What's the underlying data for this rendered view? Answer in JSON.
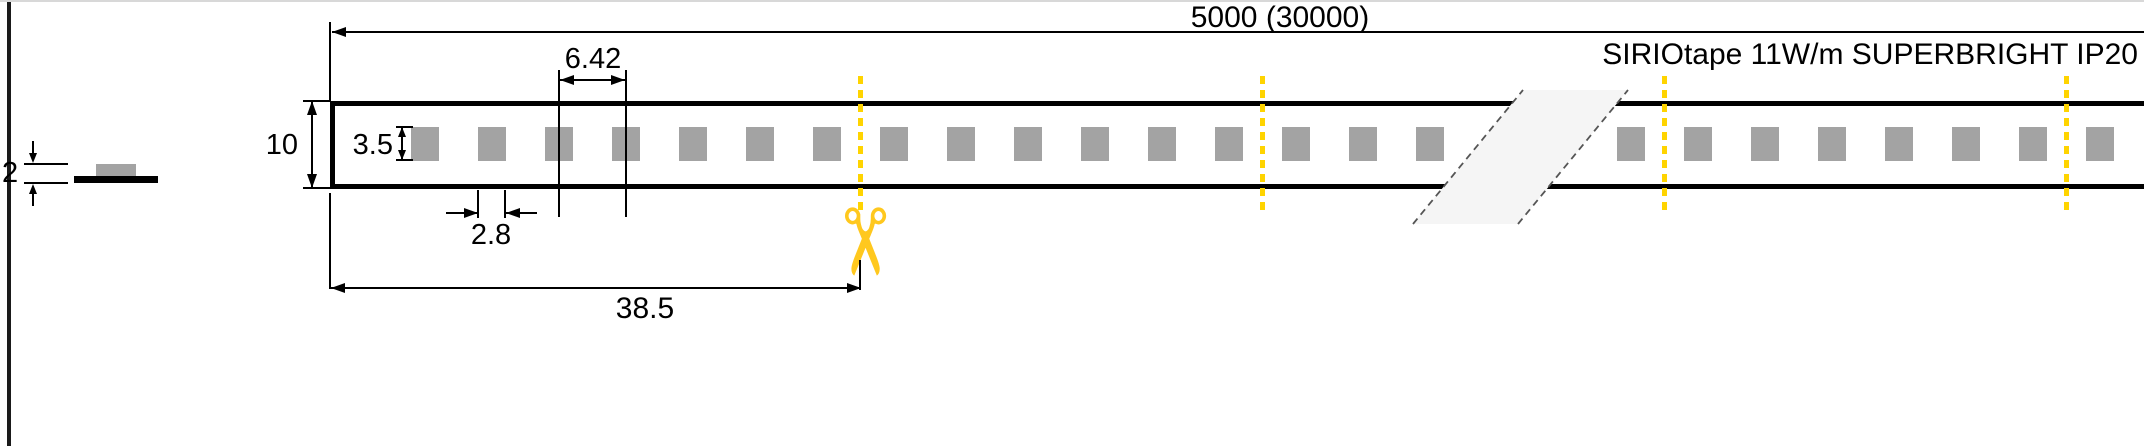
{
  "diagram": {
    "dim_overall": "5000 (30000)",
    "product_label": "SIRIOtape 11W/m SUPERBRIGHT IP20",
    "dim_led_pitch": "6.42",
    "dim_strip_width": "10",
    "dim_led_height": "3.5",
    "dim_thickness": "2",
    "dim_led_width": "2.8",
    "dim_cut_length": "38.5",
    "scissors_glyph": "✂",
    "colors": {
      "cut_line_yellow": "#ffd400",
      "scissors_yellow": "#ffc81e",
      "led_gray": "#a3a3a3",
      "line_black": "#000000",
      "break_band": "#f5f5f5"
    }
  }
}
